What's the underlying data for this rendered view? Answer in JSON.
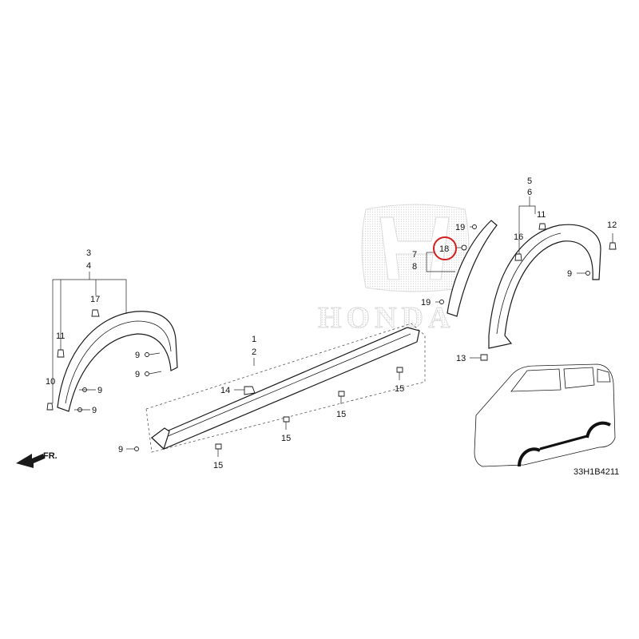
{
  "diagram": {
    "watermark_text": "HONDA",
    "diagram_code": "33H1B4211",
    "front_arrow_label": "FR.",
    "highlight_color": "#d11f1f",
    "callouts": {
      "c1": "1",
      "c2": "2",
      "c3": "3",
      "c4": "4",
      "c5": "5",
      "c6": "6",
      "c7": "7",
      "c8": "8",
      "c9a": "9",
      "c9b": "9",
      "c9c": "9",
      "c9d": "9",
      "c9e": "9",
      "c9f": "9",
      "c10": "10",
      "c11a": "11",
      "c11b": "11",
      "c12": "12",
      "c13": "13",
      "c14": "14",
      "c15a": "15",
      "c15b": "15",
      "c15c": "15",
      "c15d": "15",
      "c16": "16",
      "c17": "17",
      "c18": "18",
      "c19a": "19",
      "c19b": "19"
    },
    "highlighted_callout": "18"
  }
}
